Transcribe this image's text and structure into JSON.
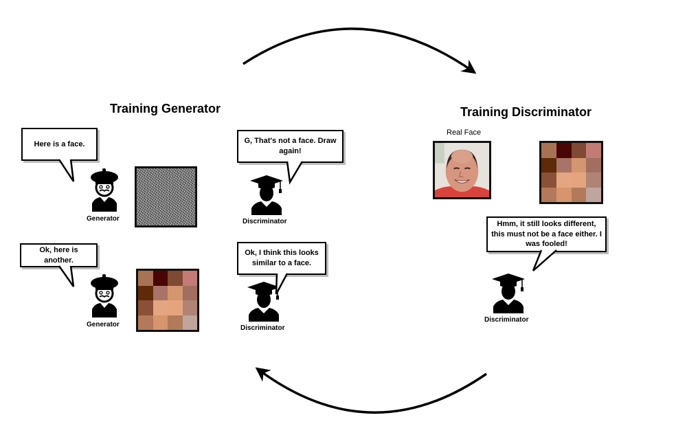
{
  "arrows": {
    "top": {
      "direction": "clockwise",
      "from": "training-generator",
      "to": "training-discriminator"
    },
    "bottom": {
      "direction": "clockwise",
      "from": "training-discriminator",
      "to": "training-generator"
    }
  },
  "generator_section": {
    "title": "Training Generator",
    "row1": {
      "generator_speech": "Here is a face.",
      "generator_label": "Generator",
      "image": "random-noise",
      "discriminator_speech": "G, That's not a face. Draw again!",
      "discriminator_label": "Discriminator"
    },
    "row2": {
      "generator_speech": "Ok, here is another.",
      "generator_label": "Generator",
      "image": "pixelated-face",
      "discriminator_speech": "Ok, I think this looks similar to a face.",
      "discriminator_label": "Discriminator"
    }
  },
  "discriminator_section": {
    "title": "Training Discriminator",
    "real_face_label": "Real Face",
    "discriminator_speech": "Hmm, it still looks different, this must not be a face either. I was fooled!",
    "discriminator_label": "Discriminator"
  },
  "pixel_face_colors": [
    "#a87355",
    "#4a0505",
    "#7e4a33",
    "#c27c75",
    "#5e2a08",
    "#a87468",
    "#d49670",
    "#a26e60",
    "#8a5038",
    "#e4a582",
    "#e6a47e",
    "#b08375",
    "#b4785a",
    "#d6956c",
    "#b27a58",
    "#c0a49e"
  ],
  "icons": {
    "generator": "artist-beret-person-icon",
    "discriminator": "graduate-cap-person-icon"
  }
}
